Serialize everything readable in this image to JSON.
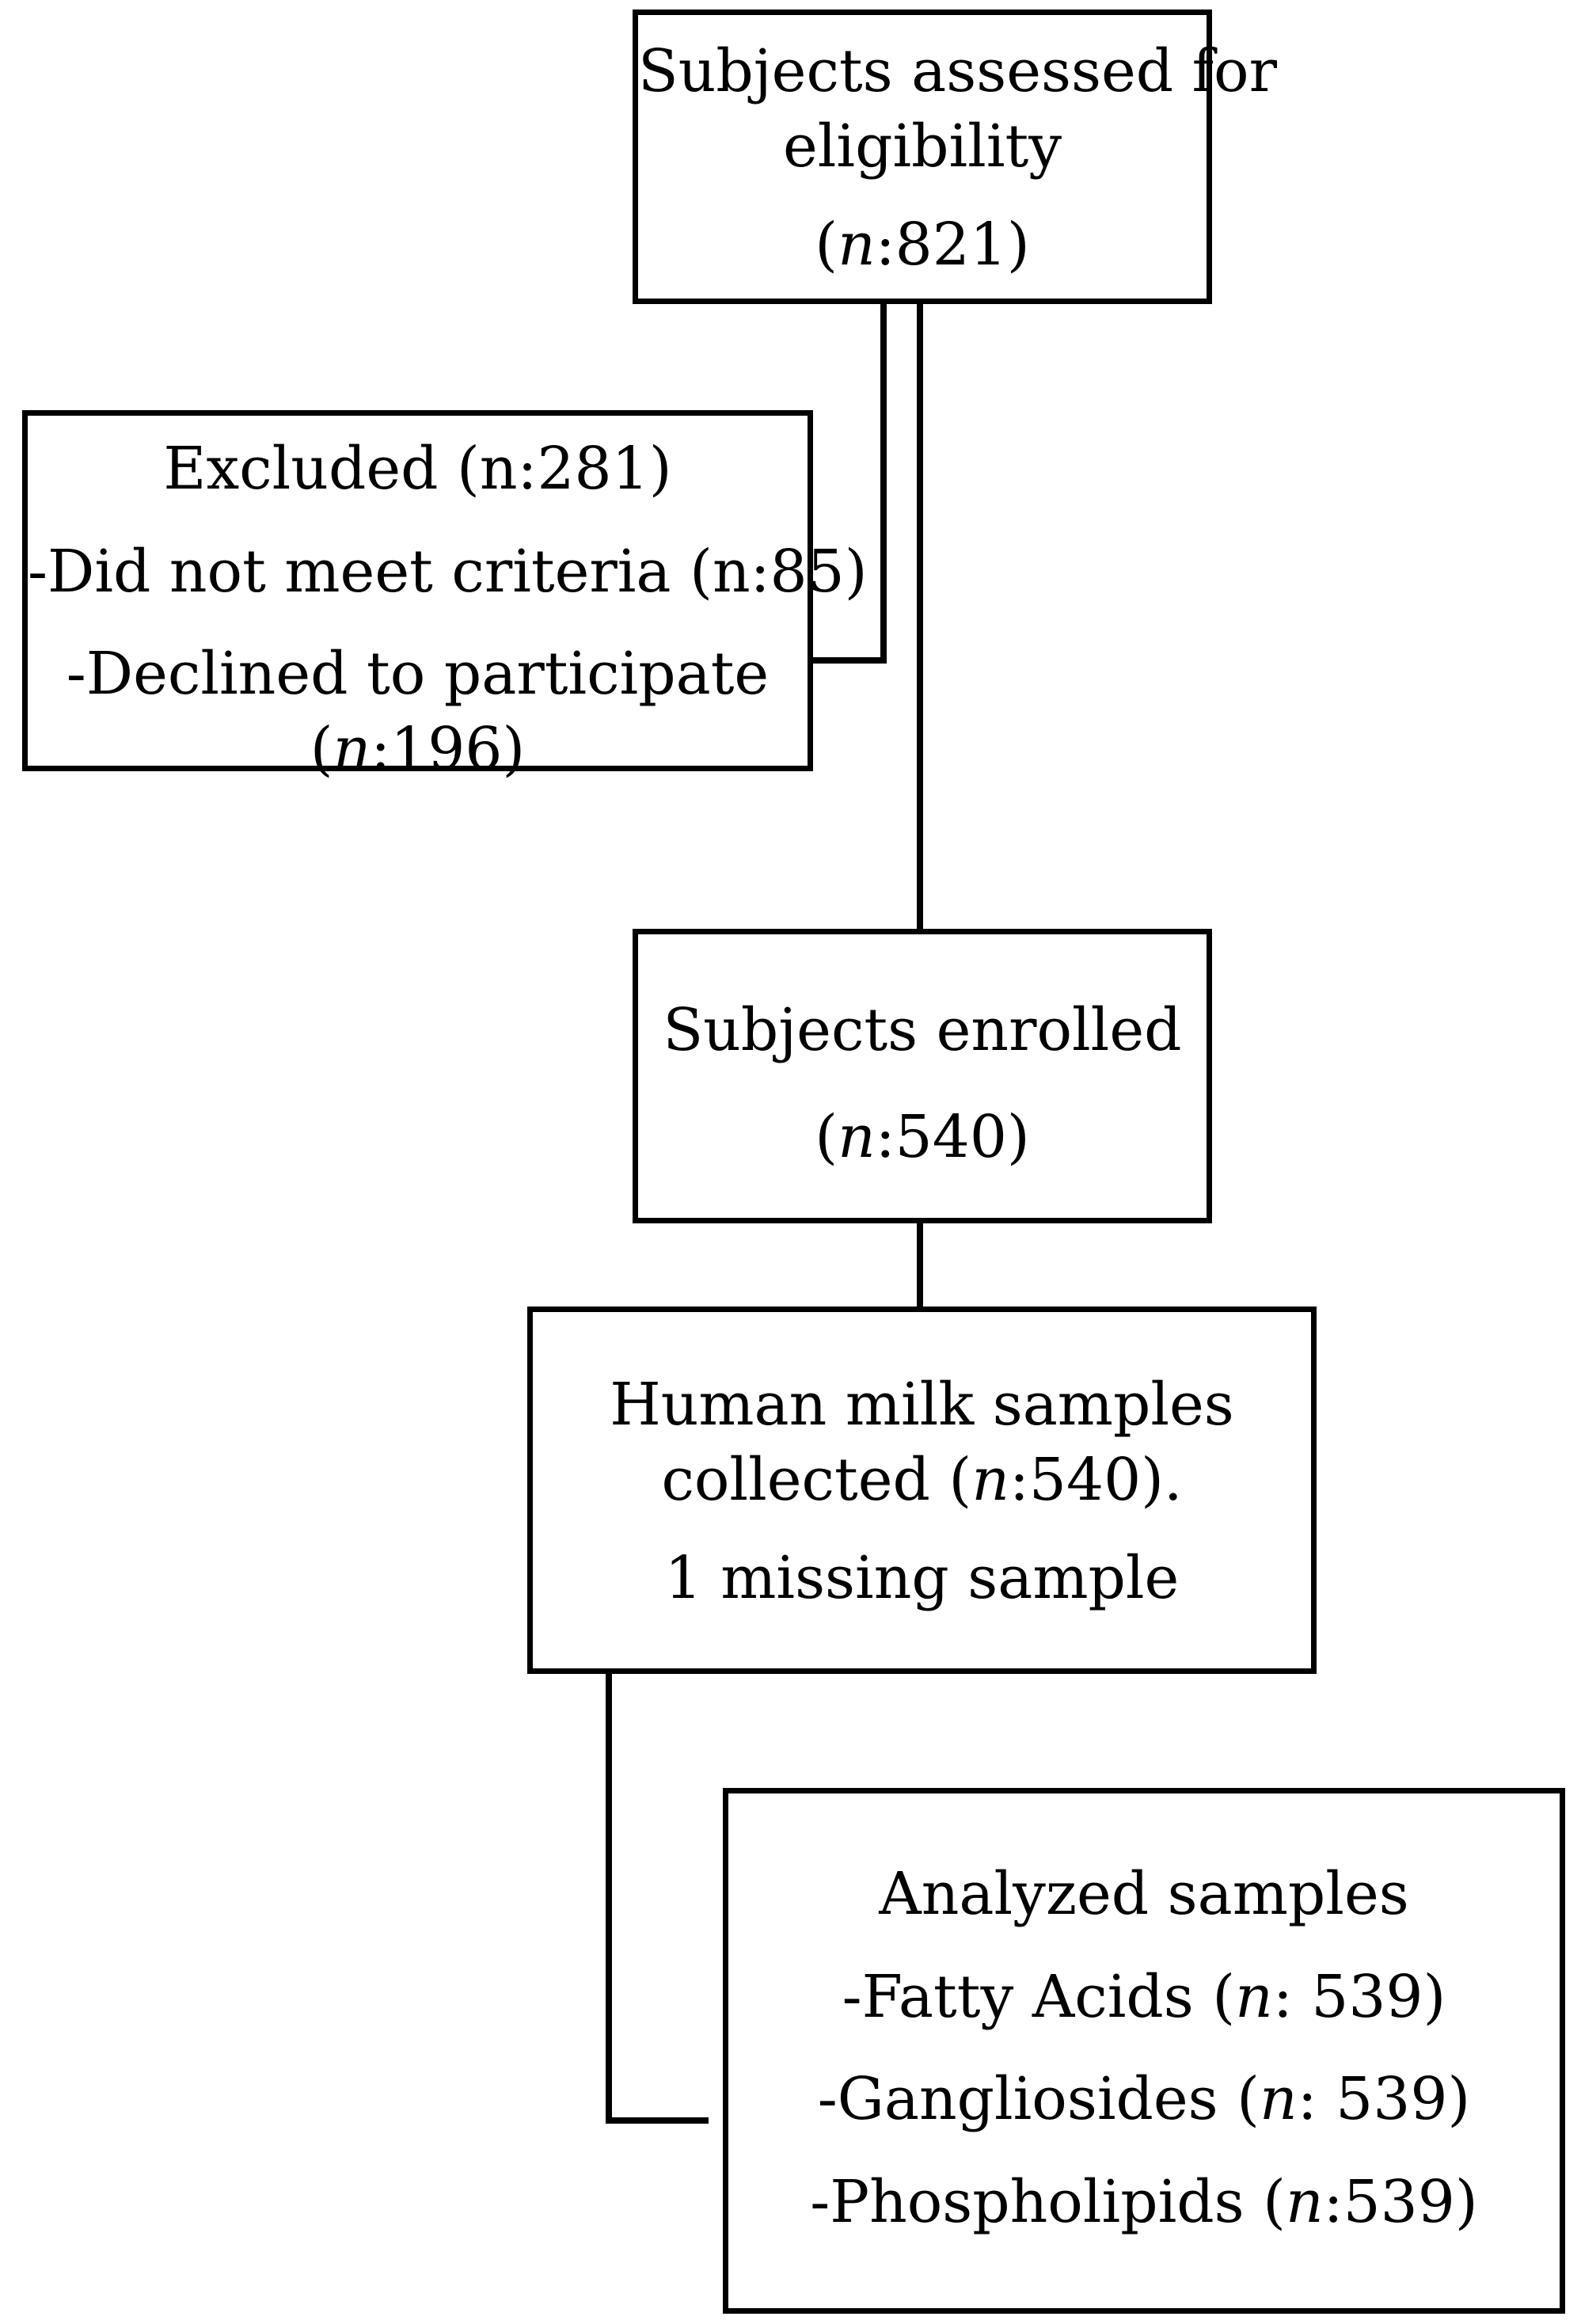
{
  "flowchart": {
    "assessed": {
      "title_line1": "Subjects assessed for",
      "title_line2": "eligibility",
      "count_open": "(",
      "count_var": "n",
      "count_close": ":821)"
    },
    "excluded": {
      "title": "Excluded (n:281)",
      "criteria": "-Did not meet criteria (n:85)",
      "declined_line1": "-Declined to participate",
      "declined_count_open": "(",
      "declined_count_var": "n",
      "declined_count_close": ":196)"
    },
    "enrolled": {
      "title": "Subjects enrolled",
      "count_open": "(",
      "count_var": "n",
      "count_close": ":540)"
    },
    "collected": {
      "line1": "Human milk samples",
      "line2_prefix": "collected (",
      "line2_var": "n",
      "line2_suffix": ":540).",
      "line3": "1 missing sample"
    },
    "analyzed": {
      "title": "Analyzed samples",
      "fatty_prefix": "-Fatty Acids (",
      "fatty_var": "n",
      "fatty_suffix": ": 539)",
      "ganglio_prefix": "-Gangliosides (",
      "ganglio_var": "n",
      "ganglio_suffix": ": 539)",
      "phospho_prefix": "-Phospholipids (",
      "phospho_var": "n",
      "phospho_suffix": ":539)"
    }
  }
}
